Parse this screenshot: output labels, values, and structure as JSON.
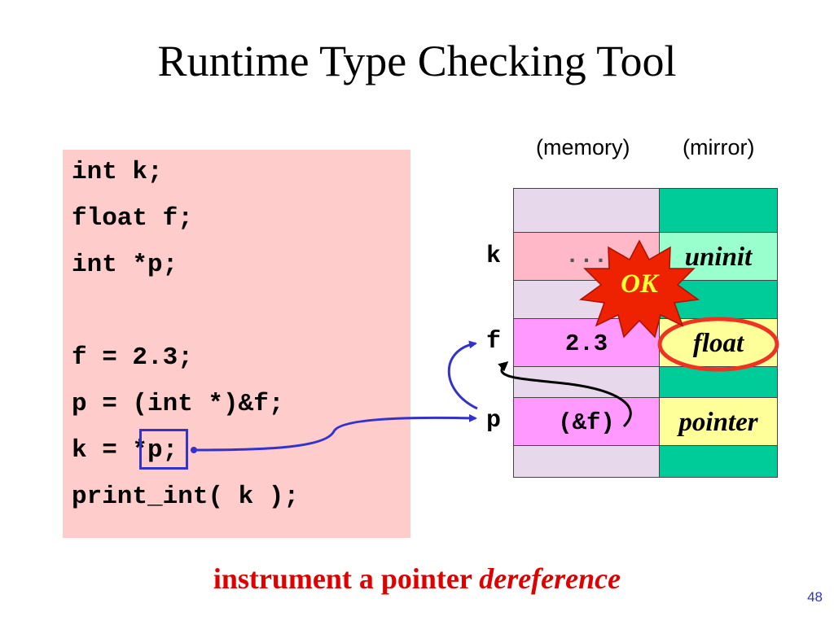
{
  "title": "Runtime Type Checking Tool",
  "code": {
    "lines": [
      "int k;",
      "float f;",
      "int *p;",
      "",
      "f = 2.3;",
      "p = (int *)&f;",
      "k = *p;",
      "print_int( k );"
    ]
  },
  "columns": {
    "memory": "(memory)",
    "mirror": "(mirror)"
  },
  "rows": {
    "k": {
      "label": "k",
      "memory": "...",
      "mirror": "uninit"
    },
    "f": {
      "label": "f",
      "memory": "2.3",
      "mirror": "float"
    },
    "p": {
      "label": "p",
      "memory": "(&f)",
      "mirror": "pointer"
    }
  },
  "callout": "OK",
  "caption": {
    "plain": "instrument a pointer ",
    "emphasis": "dereference"
  },
  "page_number": "48",
  "colors": {
    "code_bg": "#ffcccc",
    "memory_cell": "#e8d8ec",
    "memory_k": "#ffb8c8",
    "memory_fp": "#ff99ff",
    "mirror_dark": "#00cc99",
    "mirror_uninit": "#99ffcc",
    "mirror_yellow": "#ffff99",
    "caption": "#e00000",
    "arrow_blue": "#3333cc",
    "highlight": "#ee3322",
    "ok_burst": "#ee2200",
    "ok_text": "#ffff33"
  }
}
